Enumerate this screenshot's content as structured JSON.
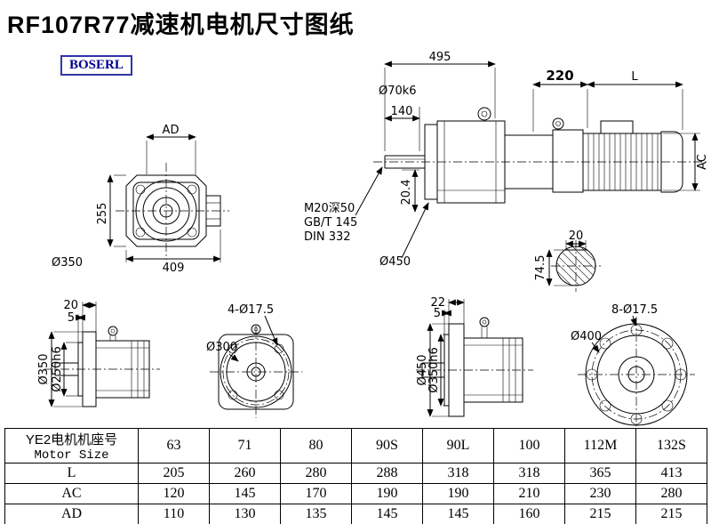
{
  "title": "RF107R77减速机电机尺寸图纸",
  "logo": "BOSERL",
  "views": {
    "front_view": {
      "dim_ad": "AD",
      "dim_height": "255",
      "dim_width": "409",
      "dim_body_dia": "Ø350"
    },
    "side_view": {
      "dim_total": "495",
      "dim_shaft_len": "140",
      "dim_shaft_dia": "Ø70k6",
      "dim_adapter": "220",
      "dim_motor_len": "L",
      "dim_motor_dia": "AC",
      "note_tap": "M20深50",
      "note_std1": "GB/T 145",
      "note_std2": "DIN 332",
      "dim_key_h": "20.4",
      "dim_flange_dia": "Ø450",
      "dim_key_w": "20",
      "dim_key_sect": "74.5"
    },
    "flange_side_small": {
      "dim_thk": "20",
      "dim_spigot": "5",
      "dim_od": "Ø350",
      "dim_pilot": "Ø250h6"
    },
    "flange_front_small": {
      "dim_holes": "4-Ø17.5",
      "dim_bc": "Ø300"
    },
    "flange_side_large": {
      "dim_thk": "22",
      "dim_spigot": "5",
      "dim_od": "Ø450",
      "dim_pilot": "Ø350h6"
    },
    "flange_front_large": {
      "dim_holes": "8-Ø17.5",
      "dim_bc": "Ø400"
    }
  },
  "table": {
    "header_cn": "YE2电机机座号",
    "header_en": "Motor Size",
    "columns": [
      "63",
      "71",
      "80",
      "90S",
      "90L",
      "100",
      "112M",
      "132S"
    ],
    "rows": [
      {
        "label": "L",
        "values": [
          "205",
          "260",
          "280",
          "288",
          "318",
          "318",
          "365",
          "413"
        ]
      },
      {
        "label": "AC",
        "values": [
          "120",
          "145",
          "170",
          "190",
          "190",
          "210",
          "230",
          "280"
        ]
      },
      {
        "label": "AD",
        "values": [
          "110",
          "130",
          "135",
          "145",
          "145",
          "160",
          "215",
          "215"
        ]
      }
    ]
  }
}
